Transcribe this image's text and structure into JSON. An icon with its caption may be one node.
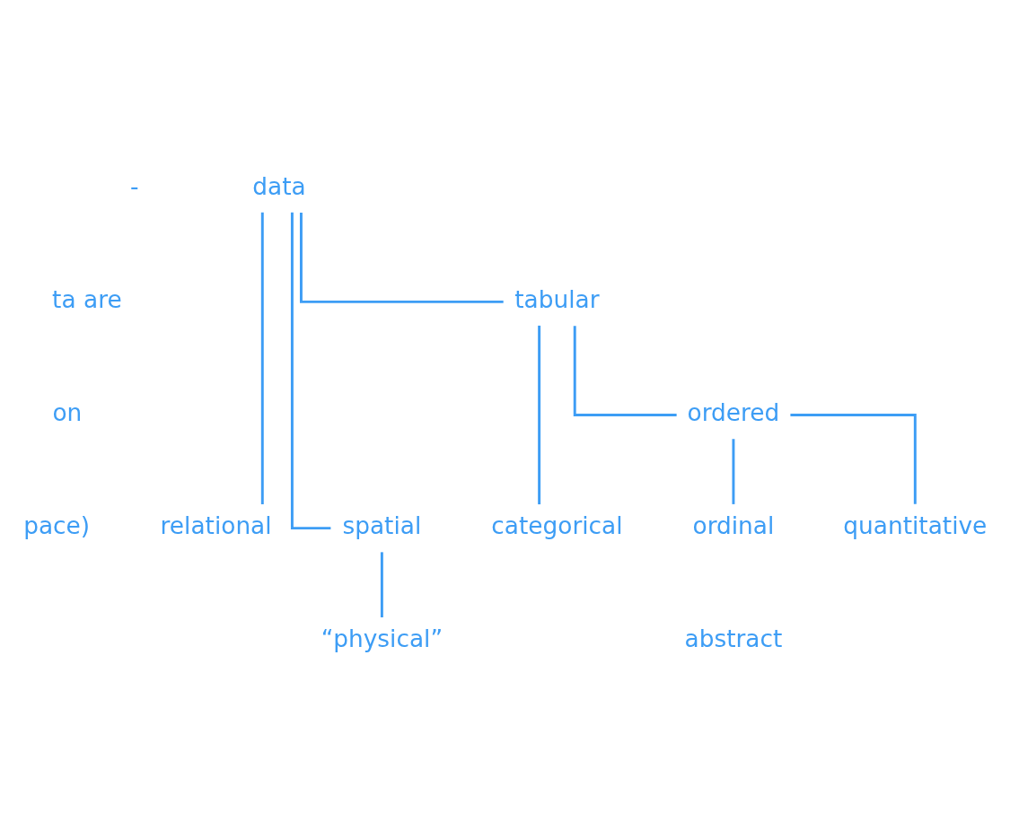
{
  "diagram": {
    "nodes": [
      {
        "text": [
          "data"
        ]
      },
      {
        "text": [
          "tabular"
        ]
      },
      {
        "text": [
          "ordered"
        ]
      },
      {
        "text": [
          "categorical"
        ]
      },
      {
        "text": [
          "ordinal"
        ]
      },
      {
        "text": [
          "quantitative"
        ]
      },
      {
        "text": [
          "relational"
        ]
      },
      {
        "text": [
          "spatial"
        ]
      },
      {
        "text": [
          "“physical”"
        ]
      }
    ],
    "edges": [
      {
        "from": 0,
        "to": 1,
        "arrow": "none"
      },
      {
        "from": 0,
        "to": 6,
        "arrow": "none"
      },
      {
        "from": 0,
        "to": 7,
        "arrow": "none"
      },
      {
        "from": 1,
        "to": 3,
        "arrow": "none"
      },
      {
        "from": 1,
        "to": 2,
        "arrow": "none"
      },
      {
        "from": 2,
        "to": 4,
        "arrow": "none"
      },
      {
        "from": 2,
        "to": 5,
        "arrow": "none"
      },
      {
        "from": 7,
        "to": 8,
        "arrow": "none"
      }
    ],
    "labels": [
      "-",
      "ta are",
      "on",
      "pace)",
      "abstract"
    ]
  }
}
